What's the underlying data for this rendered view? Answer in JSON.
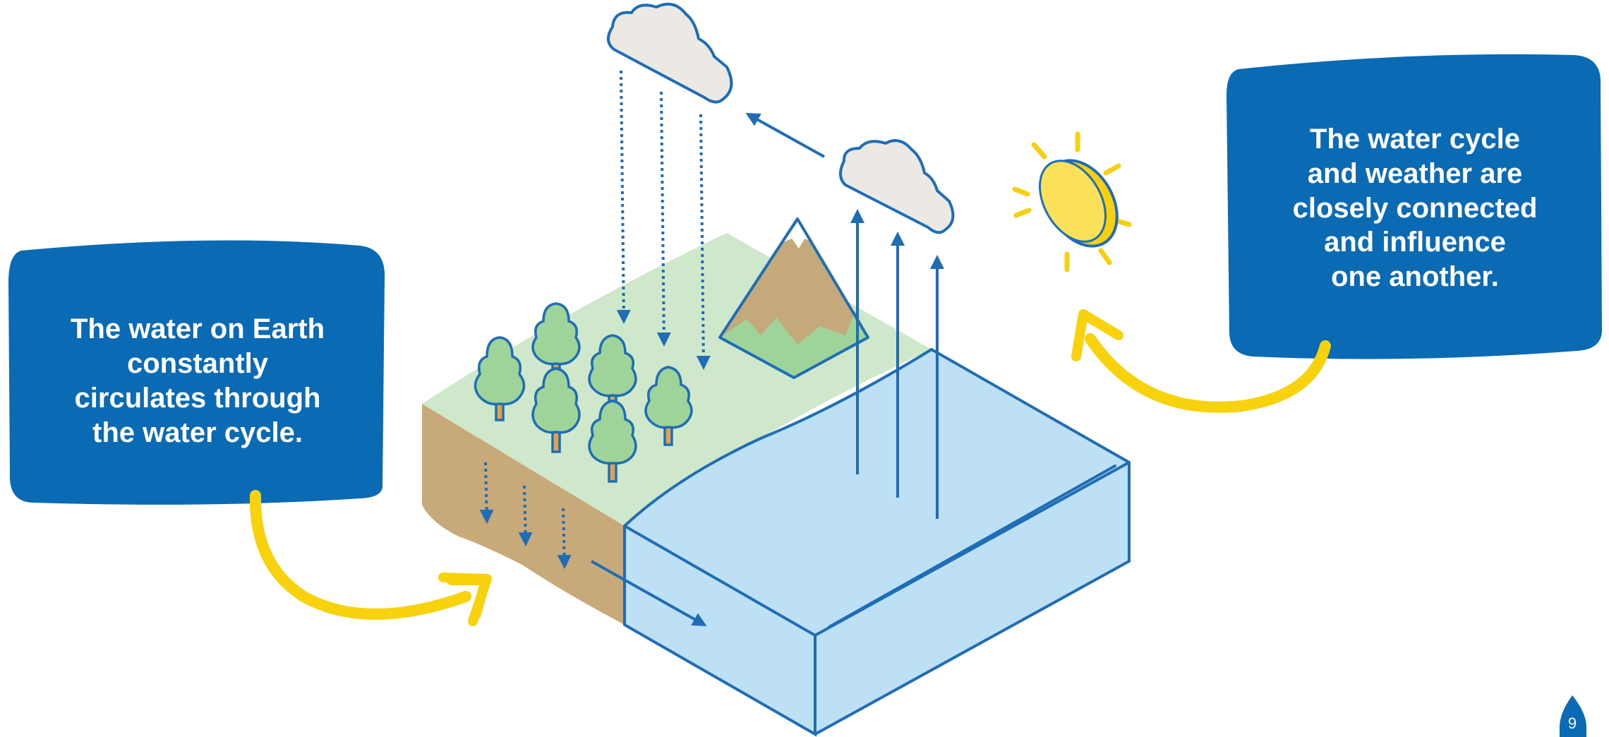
{
  "callouts": {
    "left": "The water on Earth\nconstantly\ncirculates through\nthe water cycle.",
    "right": "The water cycle\nand weather are\nclosely connected\nand influence\none another."
  },
  "page": {
    "number": "9"
  },
  "colors": {
    "callout_blue": "#0a6ab4",
    "arrow_yellow": "#f7d20d",
    "water_fill": "#bde0f5",
    "line_blue": "#1f6db4",
    "grass": "#cfe8cc",
    "soil": "#c7a97a",
    "tree_green": "#9ed39a",
    "cloud_fill": "#ece9e4",
    "sun_yellow": "#f8d010"
  },
  "icons": [
    "cloud-icon",
    "sun-icon",
    "tree-icon",
    "mountain-icon",
    "drop-icon"
  ]
}
